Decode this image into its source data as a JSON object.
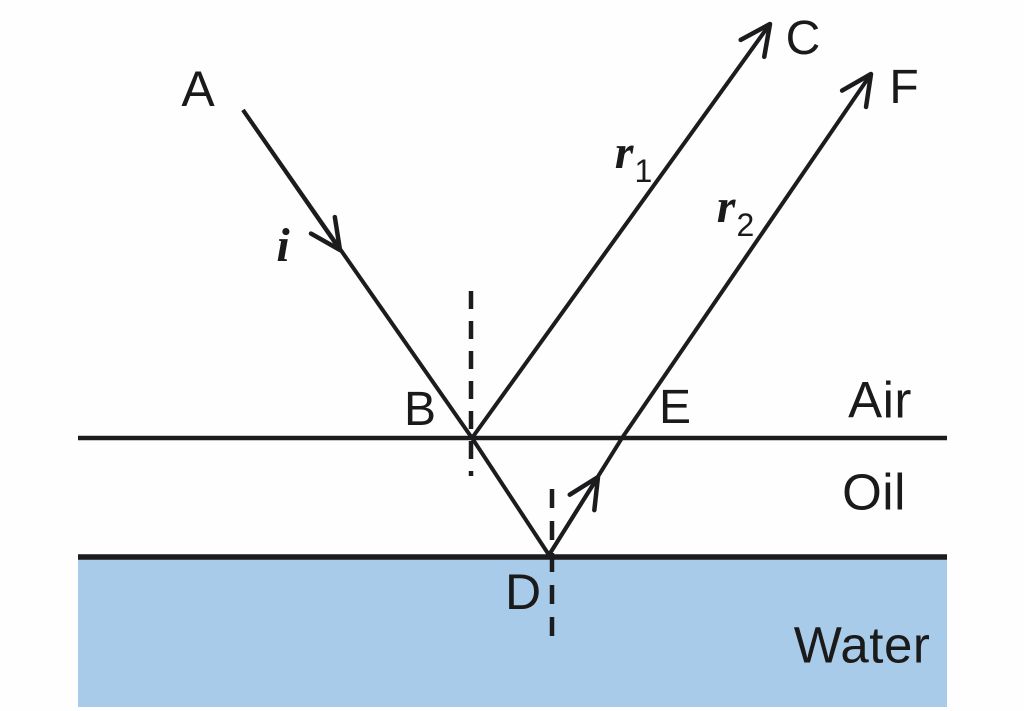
{
  "diagram": {
    "type": "ray-diagram",
    "description": "Light ray from A reflecting and refracting at an air-oil interface (point B), travelling to the oil-water interface (point D), reflecting back up through E, producing reflected rays r1 (to C) and r2 (to F)",
    "point_labels": {
      "A": "A",
      "B": "B",
      "C": "C",
      "D": "D",
      "E": "E",
      "F": "F"
    },
    "ray_labels": {
      "incident": "i",
      "r1_base": "r",
      "r1_sub": "1",
      "r2_base": "r",
      "r2_sub": "2"
    },
    "region_labels": {
      "air": "Air",
      "oil": "Oil",
      "water": "Water"
    },
    "colors": {
      "water_fill": "#a8cbe9",
      "line": "#1c1c1e",
      "background": "#fefefe"
    }
  }
}
